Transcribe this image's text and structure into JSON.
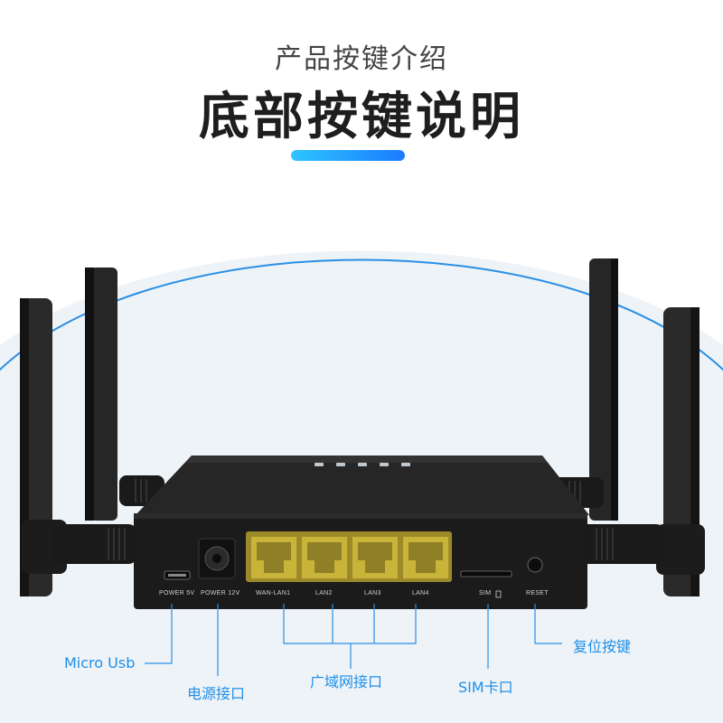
{
  "header": {
    "subtitle": "产品按键介绍",
    "title": "底部按键说明"
  },
  "colors": {
    "accent_start": "#2ec5ff",
    "accent_end": "#1a7bff",
    "callout": "#1f8fe8",
    "router_body": "#1b1b1b",
    "port_yellow": "#c9b43a"
  },
  "ports": {
    "power_usb": "POWER 5V",
    "power_dc": "POWER 12V",
    "wan_lan1": "WAN-LAN1",
    "lan2": "LAN2",
    "lan3": "LAN3",
    "lan4": "LAN4",
    "sim": "SIM",
    "reset": "RESET"
  },
  "callouts": {
    "micro_usb": "Micro Usb",
    "power_port": "电源接口",
    "wan_port": "广域网接口",
    "sim_slot": "SIM卡口",
    "reset_button": "复位按键"
  }
}
